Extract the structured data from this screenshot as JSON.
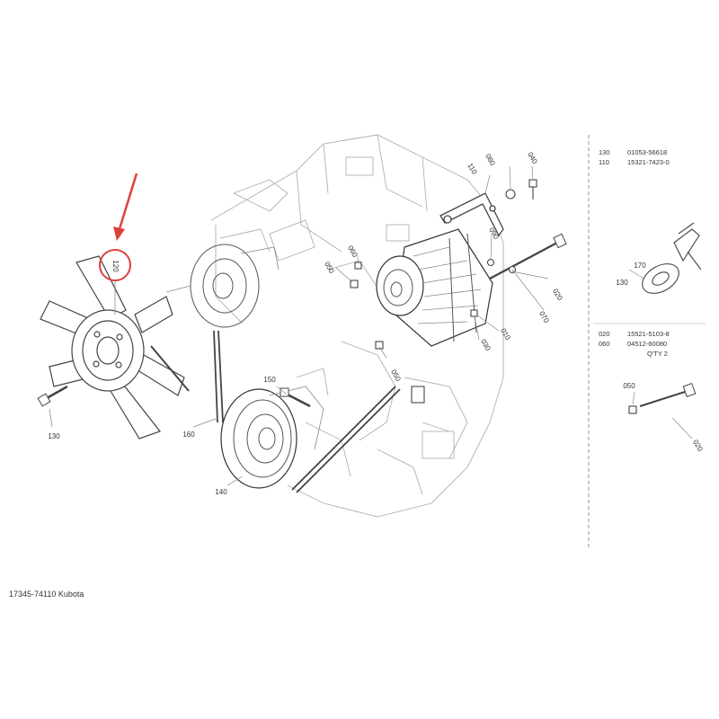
{
  "diagram": {
    "caption": "17345-74110 Kubota",
    "callouts": {
      "c010": "010",
      "c020_a": "020",
      "c020_b": "020",
      "c030": "030",
      "c040": "040",
      "c050_a": "050",
      "c050_b": "050",
      "c050_c": "050",
      "c060": "060",
      "c070": "070",
      "c080": "080",
      "c090": "090",
      "c110": "110",
      "c120": "120",
      "c130_a": "130",
      "c130_b": "130",
      "c140": "140",
      "c150": "150",
      "c160": "160",
      "c170": "170"
    },
    "parts_table_top": [
      {
        "ref": "130",
        "part": "01053-56618"
      },
      {
        "ref": "110",
        "part": "15321-7423-0"
      }
    ],
    "parts_table_mid": [
      {
        "ref": "020",
        "part": "15521-5103-8"
      },
      {
        "ref": "060",
        "part": "04512-60080"
      }
    ],
    "qty_note": "Q'TY 2",
    "colors": {
      "highlight": "#e0403a",
      "lines": "#555555",
      "text": "#333333"
    }
  }
}
